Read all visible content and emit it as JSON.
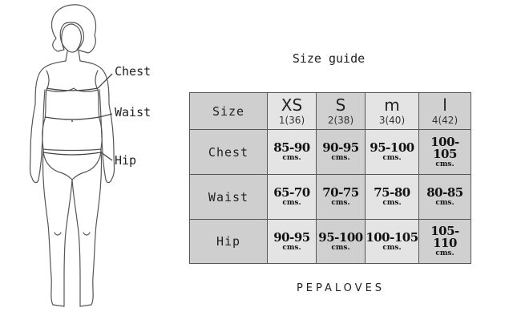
{
  "measure_labels": {
    "chest": "Chest",
    "waist": "Waist",
    "hip": "Hip"
  },
  "title": "Size guide",
  "table": {
    "header": {
      "label": "Size",
      "sizes": [
        {
          "letter": "XS",
          "number": "1(36)"
        },
        {
          "letter": "S",
          "number": "2(38)"
        },
        {
          "letter": "m",
          "number": "3(40)"
        },
        {
          "letter": "l",
          "number": "4(42)"
        }
      ]
    },
    "rows": [
      {
        "label": "Chest",
        "values": [
          "85-90",
          "90-95",
          "95-100",
          "100-105"
        ]
      },
      {
        "label": "Waist",
        "values": [
          "65-70",
          "70-75",
          "75-80",
          "80-85"
        ]
      },
      {
        "label": "Hip",
        "values": [
          "90-95",
          "95-100",
          "100-105",
          "105-110"
        ]
      }
    ],
    "unit": "cms."
  },
  "brand": "PEPALOVES",
  "colors": {
    "row_header": "#cfcfcf",
    "light_column": "#e4e4e4",
    "dark_column": "#d0d0d0",
    "border": "#555555"
  }
}
